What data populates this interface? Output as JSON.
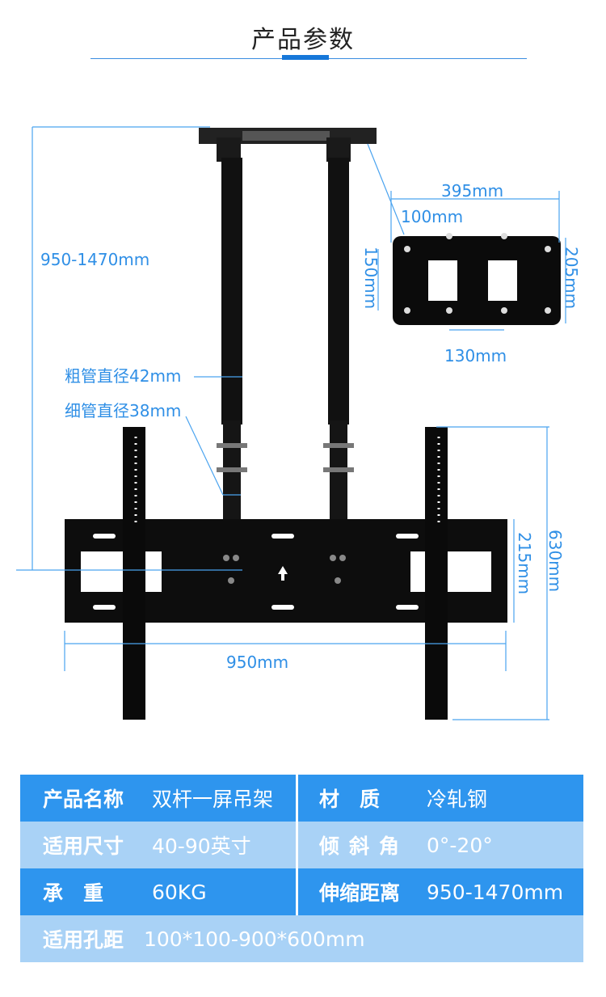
{
  "page": {
    "title": "产品参数"
  },
  "diagram": {
    "total_height": "950-1470mm",
    "plate_width": "395mm",
    "hole_spacing_top": "100mm",
    "plate_left_height": "150mm",
    "plate_right_height": "205mm",
    "hole_spacing_bottom": "130mm",
    "thick_tube": "粗管直径42mm",
    "thin_tube": "细管直径38mm",
    "bracket_height": "630mm",
    "frame_height": "215mm",
    "frame_width": "950mm"
  },
  "specs": {
    "rows": [
      {
        "label1": "产品名称",
        "value1": "双杆一屏吊架",
        "label2": "材　质",
        "value2": "冷轧钢"
      },
      {
        "label1": "适用尺寸",
        "value1": "40-90英寸",
        "label2": "倾斜角",
        "value2": "0°-20°"
      },
      {
        "label1": "承　重",
        "value1": "60KG",
        "label2": "伸缩距离",
        "value2": "950-1470mm"
      },
      {
        "label1": "适用孔距",
        "value1": "100*100-900*600mm"
      }
    ]
  },
  "colors": {
    "accent": "#2e95ee",
    "light": "#a9d2f6",
    "dimension": "#2f8fe6",
    "product": "#111111"
  }
}
